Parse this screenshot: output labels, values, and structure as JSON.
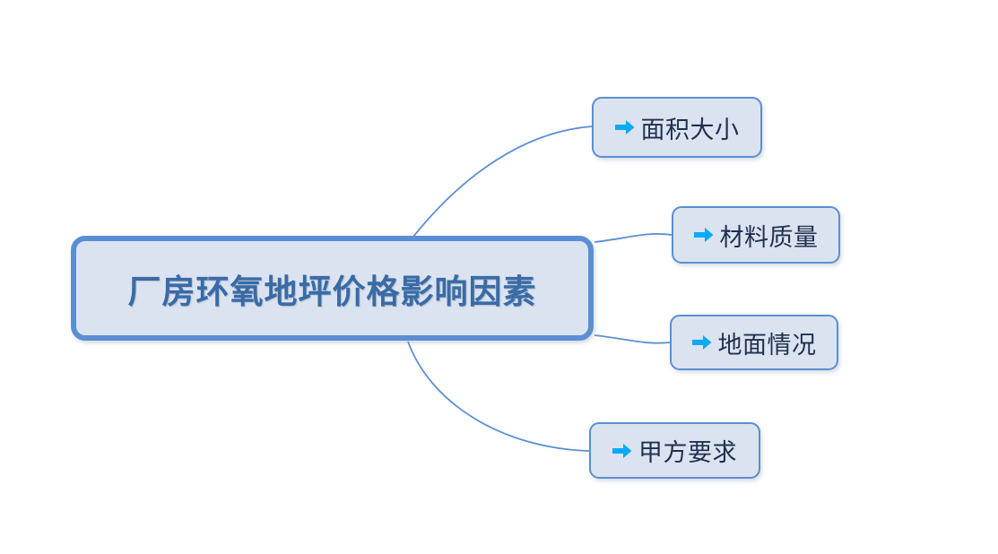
{
  "diagram": {
    "type": "mindmap",
    "orientation": "left-root-right-branches",
    "central": {
      "label": "厂房环氧地坪价格影响因素",
      "fill_color": "#dce3f0",
      "border_color": "#5b8fd4",
      "text_color": "#3a6ba5"
    },
    "branches": [
      {
        "label": "面积大小",
        "icon": "arrow-right-icon",
        "icon_color": "#0aaaf5",
        "fill_color": "#dce3f0",
        "border_color": "#5b8fd4",
        "text_color": "#1f3050"
      },
      {
        "label": "材料质量",
        "icon": "arrow-right-icon",
        "icon_color": "#0aaaf5",
        "fill_color": "#dce3f0",
        "border_color": "#5b8fd4",
        "text_color": "#1f3050"
      },
      {
        "label": "地面情况",
        "icon": "arrow-right-icon",
        "icon_color": "#0aaaf5",
        "fill_color": "#dce3f0",
        "border_color": "#5b8fd4",
        "text_color": "#1f3050"
      },
      {
        "label": "甲方要求",
        "icon": "arrow-right-icon",
        "icon_color": "#0aaaf5",
        "fill_color": "#dce3f0",
        "border_color": "#5b8fd4",
        "text_color": "#1f3050"
      }
    ],
    "connector_color": "#5b8fd4",
    "background_color": "#ffffff"
  }
}
